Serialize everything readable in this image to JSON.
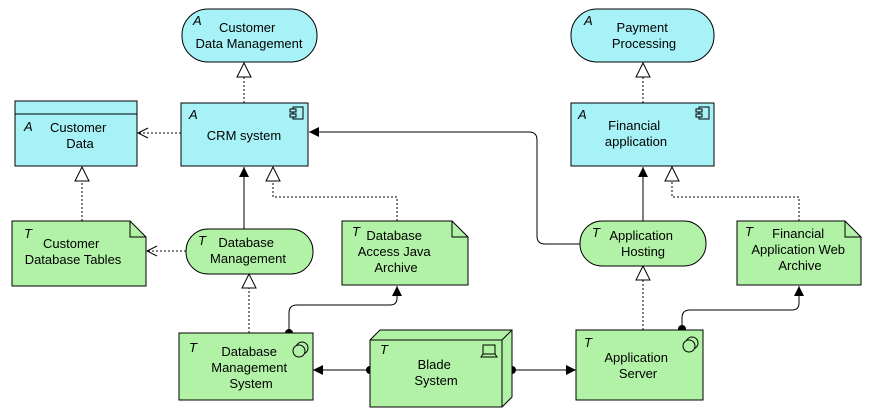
{
  "colors": {
    "application_fill": "#a6f2f7",
    "technology_fill": "#b2f2a6",
    "stroke": "#000000"
  },
  "elements": {
    "customer_data_management": {
      "tag": "A",
      "lines": [
        "Customer",
        "Data Management"
      ],
      "icon": "application-service-icon"
    },
    "payment_processing": {
      "tag": "A",
      "lines": [
        "Payment",
        "Processing"
      ],
      "icon": "application-service-icon"
    },
    "customer_data": {
      "tag": "A",
      "lines": [
        "Customer",
        "Data"
      ],
      "icon": "data-object-icon"
    },
    "crm_system": {
      "tag": "A",
      "lines": [
        "CRM system"
      ],
      "icon": "application-component-icon"
    },
    "financial_application": {
      "tag": "A",
      "lines": [
        "Financial",
        "application"
      ],
      "icon": "application-component-icon"
    },
    "customer_database_tables": {
      "tag": "T",
      "lines": [
        "Customer",
        "Database Tables"
      ],
      "icon": "artifact-icon"
    },
    "database_management": {
      "tag": "T",
      "lines": [
        "Database",
        "Management"
      ],
      "icon": "infrastructure-service-icon"
    },
    "database_access_java_archive": {
      "tag": "T",
      "lines": [
        "Database",
        "Access Java",
        "Archive"
      ],
      "icon": "artifact-icon"
    },
    "application_hosting": {
      "tag": "T",
      "lines": [
        "Application",
        "Hosting"
      ],
      "icon": "infrastructure-service-icon"
    },
    "financial_application_web_archive": {
      "tag": "T",
      "lines": [
        "Financial",
        "Application Web",
        "Archive"
      ],
      "icon": "artifact-icon"
    },
    "database_management_system": {
      "tag": "T",
      "lines": [
        "Database",
        "Management",
        "System"
      ],
      "icon": "system-software-icon"
    },
    "blade_system": {
      "tag": "T",
      "lines": [
        "Blade",
        "System"
      ],
      "icon": "device-icon"
    },
    "application_server": {
      "tag": "T",
      "lines": [
        "Application",
        "Server"
      ],
      "icon": "system-software-icon"
    }
  }
}
